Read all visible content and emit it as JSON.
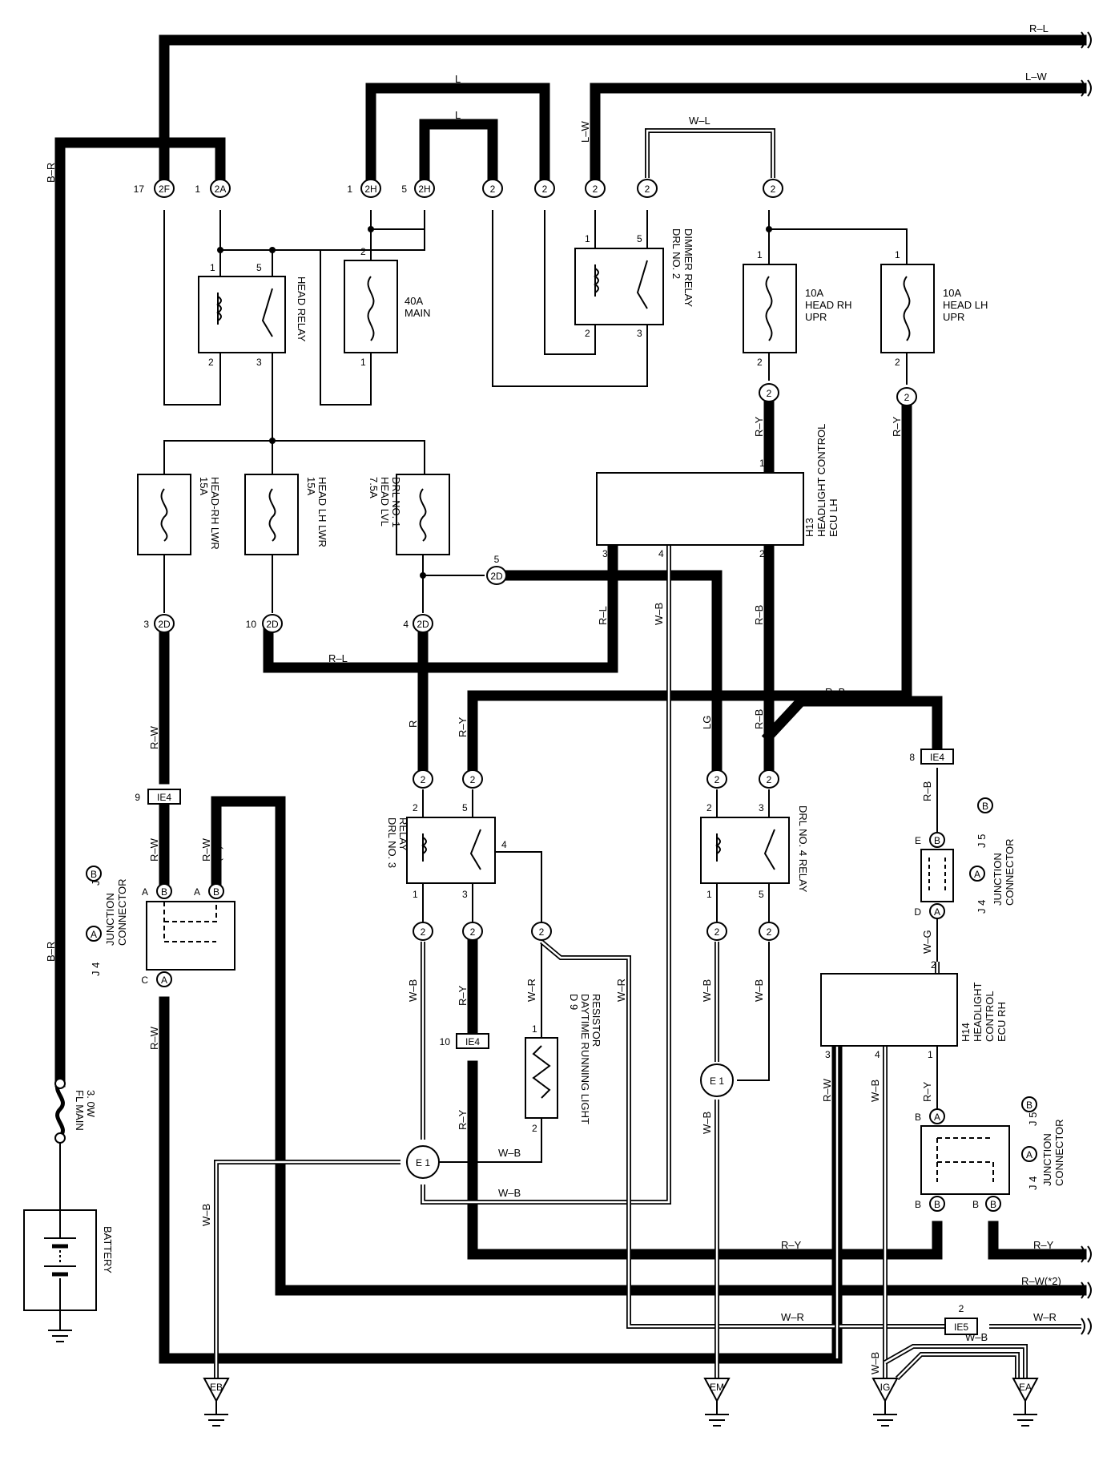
{
  "wires": {
    "r_l_top": "R–L",
    "l_w_top": "L–W",
    "l_1": "L",
    "l_2": "L",
    "w_l": "W–L",
    "l_w_vert": "L–W",
    "b_r_top": "B–R",
    "b_r_bottom": "B–R",
    "r_y_1": "R–Y",
    "r_y_2": "R–Y",
    "r_l_mid": "R–L",
    "r_l_vert": "R–L",
    "w_b_vert": "W–B",
    "r_b_vert1": "R–B",
    "r_b_vert2": "R–B",
    "lg": "LG",
    "r_b_horiz": "R–B",
    "r": "R",
    "r_y_3": "R–Y",
    "r_w_1": "R–W",
    "r_w_2": "R–W",
    "r_w_3": "R–W",
    "r_w_4": "R–W",
    "r_w_star2": "(*2)",
    "r_b_ecu": "R–B",
    "w_g": "W–G",
    "w_b_a": "W–B",
    "r_y_4": "R–Y",
    "w_r_a": "W–R",
    "w_r_b": "W–R",
    "w_b_b": "W–B",
    "w_b_c": "W–B",
    "w_b_d": "W–B",
    "r_y_5": "R–Y",
    "w_b_e1": "W–B",
    "w_b_e2": "W–B",
    "w_b_ground": "W–B",
    "r_y_bottom": "R–Y",
    "r_y_right": "R–Y",
    "r_w_right": "R–W(*2)",
    "w_r_bottom1": "W–R",
    "w_r_bottom2": "W–R",
    "r_w_h14": "R–W",
    "w_b_h14": "W–B",
    "r_y_h14": "R–Y",
    "w_b_ig": "W–B",
    "w_b_ea": "W–B"
  },
  "components": {
    "head_relay": "HEAD RELAY",
    "main_fuse_a": "40A",
    "main_fuse_b": "MAIN",
    "dimmer_a": "DRL NO. 2",
    "dimmer_b": "DIMMER RELAY",
    "head_rh_a": "10A",
    "head_rh_b": "HEAD RH",
    "head_rh_c": "UPR",
    "head_lh_a": "10A",
    "head_lh_b": "HEAD LH",
    "head_lh_c": "UPR",
    "rh_lwr_a": "15A",
    "rh_lwr_b": "HEAD-RH LWR",
    "lh_lwr_a": "15A",
    "lh_lwr_b": "HEAD LH LWR",
    "lvl_a": "7.5A",
    "lvl_b": "HEAD LVL",
    "lvl_c": "DRL NO. 1",
    "h13_a": "H13",
    "h13_b": "HEADLIGHT CONTROL",
    "h13_c": "ECU LH",
    "drl3_a": "DRL NO. 3",
    "drl3_b": "RELAY",
    "drl4": "DRL NO. 4 RELAY",
    "d9_a": "D 9",
    "d9_b": "DAYTIME RUNNING LIGHT",
    "d9_c": "RESISTOR",
    "h14_a": "H14",
    "h14_b": "HEADLIGHT",
    "h14_c": "CONTROL",
    "h14_d": "ECU RH",
    "jc_left_a": "JUNCTION",
    "jc_left_b": "CONNECTOR",
    "jc_left_j4": "J 4",
    "jc_left_j5": "J 5",
    "jc_mid_a": "JUNCTION",
    "jc_mid_b": "CONNECTOR",
    "jc_mid_j4": "J 4",
    "jc_mid_j5": "J 5",
    "jc_bot_a": "JUNCTION",
    "jc_bot_b": "CONNECTOR",
    "jc_bot_j4": "J 4",
    "jc_bot_j5": "J 5",
    "fl_main_a": "FL MAIN",
    "fl_main_b": "3. 0W",
    "battery": "BATTERY"
  },
  "connectors": {
    "c2f": "2F",
    "c2a": "2A",
    "c2h": "2H",
    "c2": "2",
    "c2d": "2D",
    "ie4": "IE4",
    "ie5": "IE5",
    "e1": "E 1",
    "eb": "EB",
    "em": "EM",
    "ig": "IG",
    "ea": "EA",
    "letter_a": "A",
    "letter_b": "B",
    "letter_c": "C",
    "letter_d": "D",
    "letter_e": "E"
  },
  "pins": {
    "p1": "1",
    "p2": "2",
    "p3": "3",
    "p4": "4",
    "p5": "5",
    "p8": "8",
    "p9": "9",
    "p10": "10",
    "p17": "17"
  }
}
